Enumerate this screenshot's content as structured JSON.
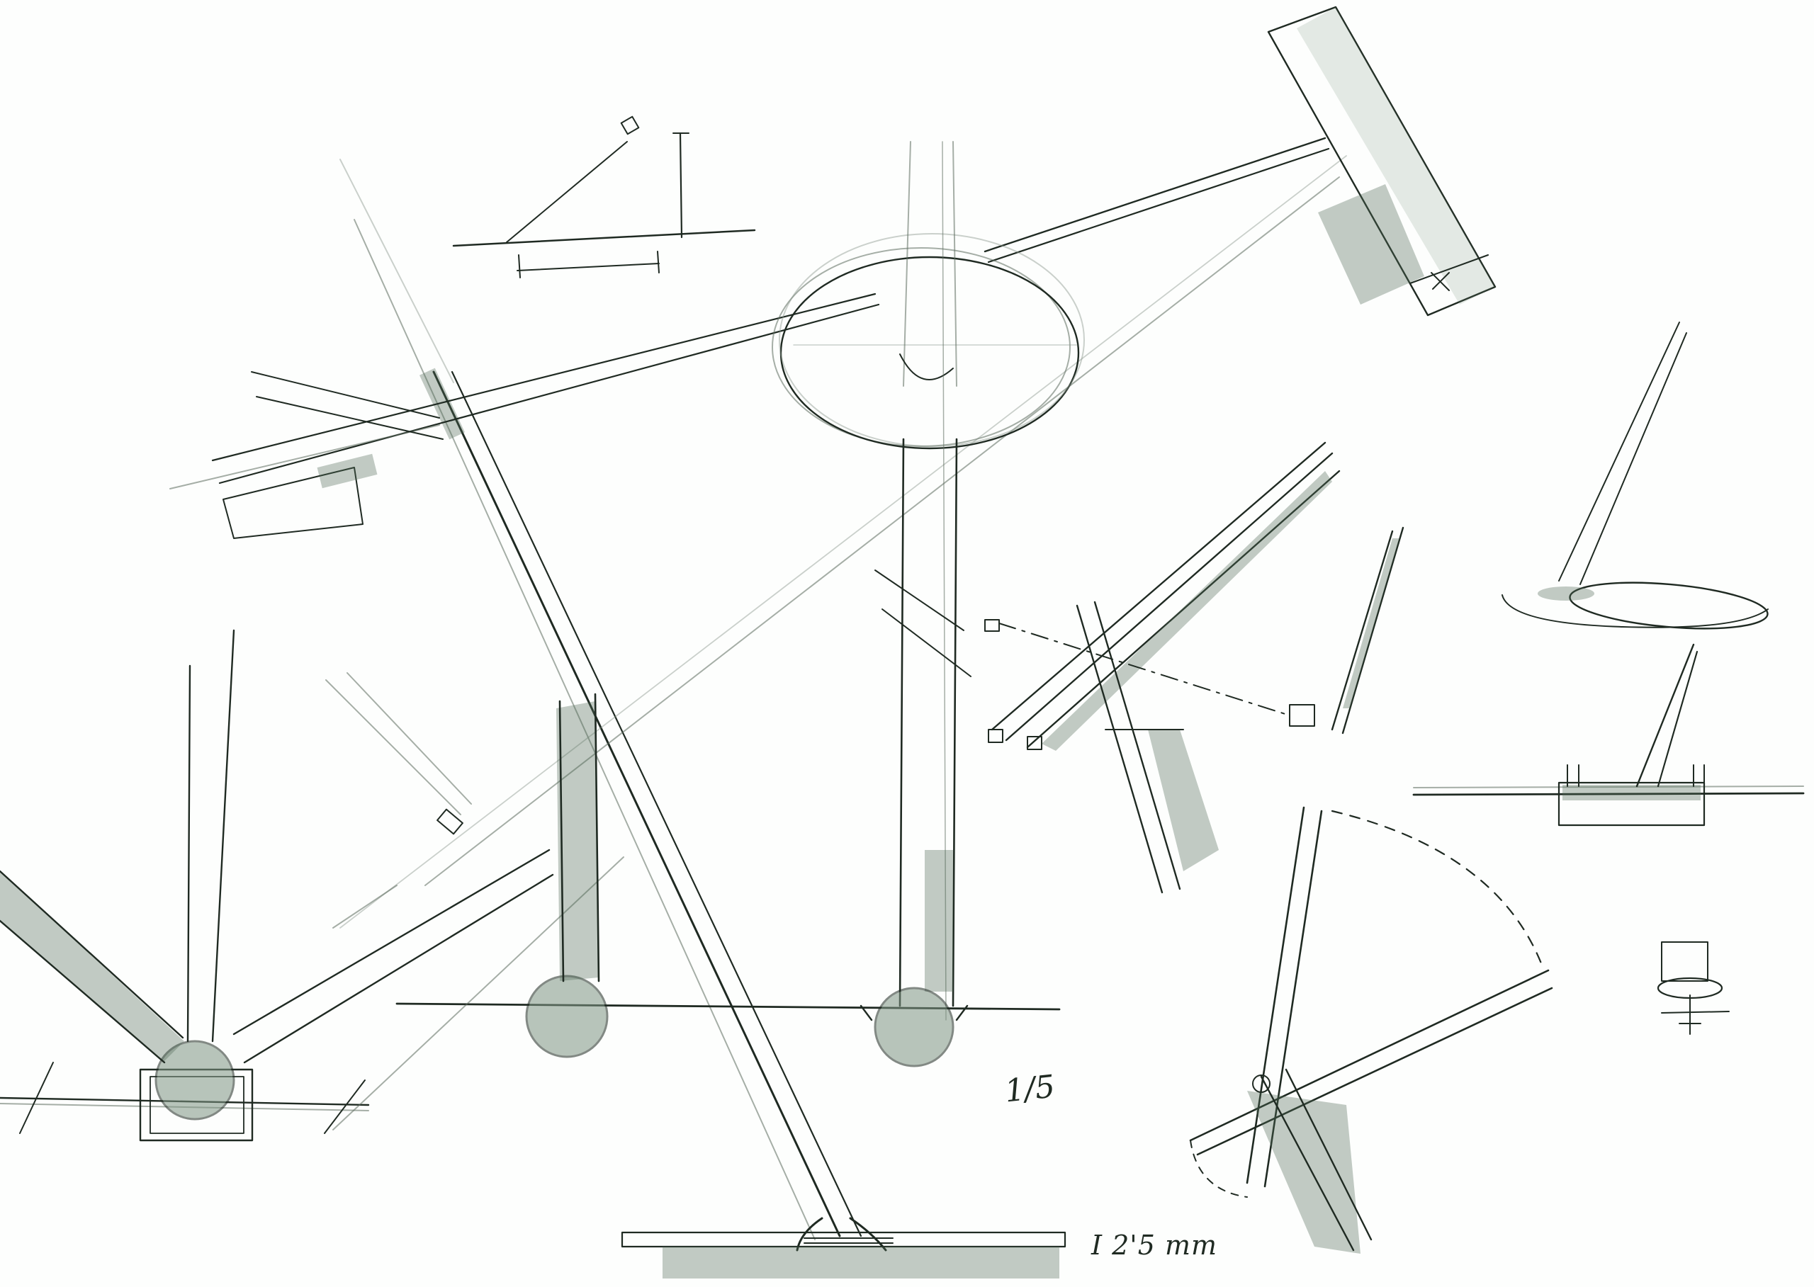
{
  "sheet": {
    "kind": "pencil sketch sheet",
    "paper_color": "#fdfefd",
    "ink_color": "#1f2a22",
    "shade_color": "#4f6a55"
  },
  "annotations": {
    "scale": "1/5",
    "dimension": "I 2'5 mm"
  }
}
